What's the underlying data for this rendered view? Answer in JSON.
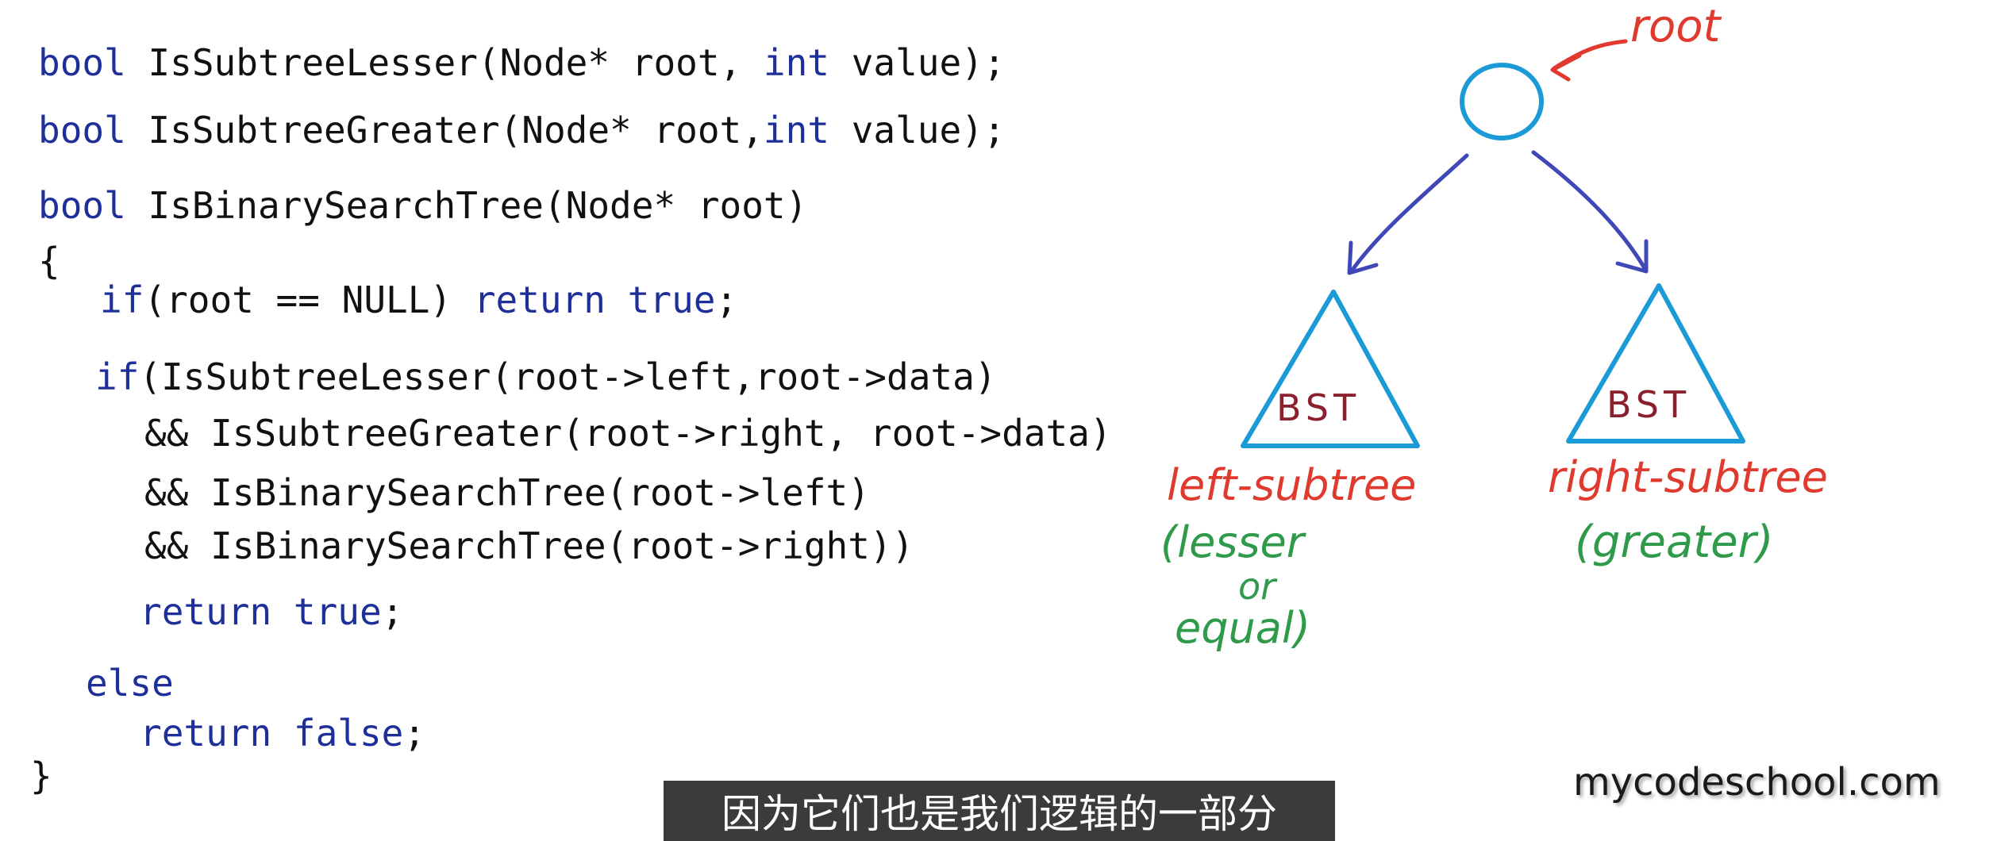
{
  "code": {
    "line1": {
      "kw1": "bool",
      "t1": " IsSubtreeLesser(Node* root, ",
      "kw2": "int",
      "t2": " value);"
    },
    "line2": {
      "kw1": "bool",
      "t1": " IsSubtreeGreater(Node* root,",
      "kw2": "int",
      "t2": " value);"
    },
    "line3": {
      "kw1": "bool",
      "t1": " IsBinarySearchTree(Node* root)"
    },
    "line4": {
      "t1": "{"
    },
    "line5": {
      "kw1": "if",
      "t1": "(root == NULL) ",
      "kw2": "return",
      "t2": " ",
      "kw3": "true",
      "t3": ";"
    },
    "line6": {
      "kw1": "if",
      "t1": "(IsSubtreeLesser(root->left,root->data)"
    },
    "line7": {
      "t1": "&& IsSubtreeGreater(root->right, root->data)"
    },
    "line8": {
      "t1": "&& IsBinarySearchTree(root->left)"
    },
    "line9": {
      "t1": "&& IsBinarySearchTree(root->right))"
    },
    "line10": {
      "kw1": "return",
      "t1": " ",
      "kw2": "true",
      "t2": ";"
    },
    "line11": {
      "kw1": "else"
    },
    "line12": {
      "kw1": "return",
      "t1": " ",
      "kw2": "false",
      "t2": ";"
    },
    "line13": {
      "t1": "}"
    }
  },
  "diagram": {
    "root_label": "root",
    "left_tree_label": "BST",
    "right_tree_label": "BST",
    "left_caption": "left-subtree",
    "left_note_1": "(lesser",
    "left_note_2": "or",
    "left_note_3": "equal)",
    "right_caption": "right-subtree",
    "right_note": "(greater)"
  },
  "watermark": "mycodeschool.com",
  "subtitle": "因为它们也是我们逻辑的一部分",
  "colors": {
    "keyword": "#1f2f9a",
    "text": "#111111",
    "tree": "#1a9ad6",
    "arrow": "#4048b8",
    "red": "#e03a2f",
    "green": "#2e9a4a",
    "bst": "#8a1f2e"
  }
}
